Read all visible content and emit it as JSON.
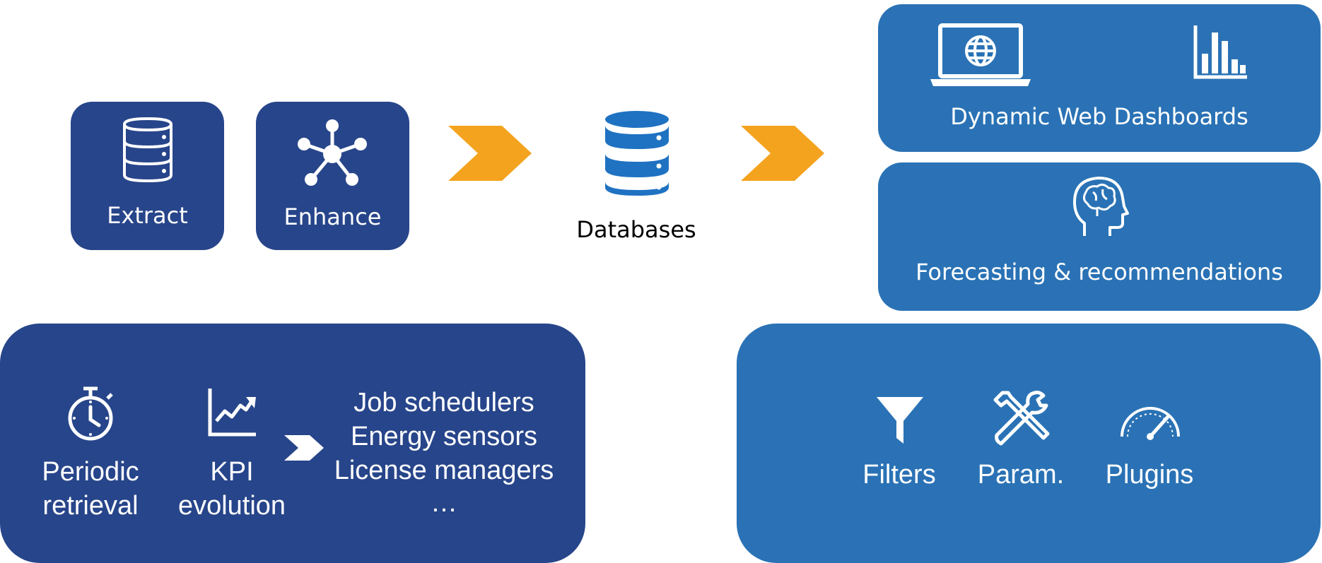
{
  "colors": {
    "dark_blue": "#27458a",
    "mid_blue": "#2a72b5",
    "db_blue": "#1f72c2",
    "orange": "#f4a31e"
  },
  "pipeline": {
    "extract": {
      "label": "Extract",
      "icon": "database-stack-icon"
    },
    "enhance": {
      "label": "Enhance",
      "icon": "network-hub-icon"
    },
    "databases": {
      "label": "Databases",
      "icon": "database-icon"
    }
  },
  "outputs": {
    "dashboards": {
      "label": "Dynamic Web Dashboards",
      "icons": [
        "laptop-globe-icon",
        "bar-chart-icon"
      ]
    },
    "forecasting": {
      "label": "Forecasting & recommendations",
      "icon": "brain-head-icon"
    }
  },
  "sources": {
    "periodic": {
      "line1": "Periodic",
      "line2": "retrieval",
      "icon": "stopwatch-icon"
    },
    "kpi": {
      "line1": "KPI",
      "line2": "evolution",
      "icon": "trend-chart-icon"
    },
    "list": [
      "Job schedulers",
      "Energy sensors",
      "License managers",
      "…"
    ]
  },
  "features": {
    "filters": {
      "label": "Filters",
      "icon": "funnel-icon"
    },
    "params": {
      "label": "Param.",
      "icon": "tools-icon"
    },
    "plugins": {
      "label": "Plugins",
      "icon": "gauge-icon"
    }
  }
}
